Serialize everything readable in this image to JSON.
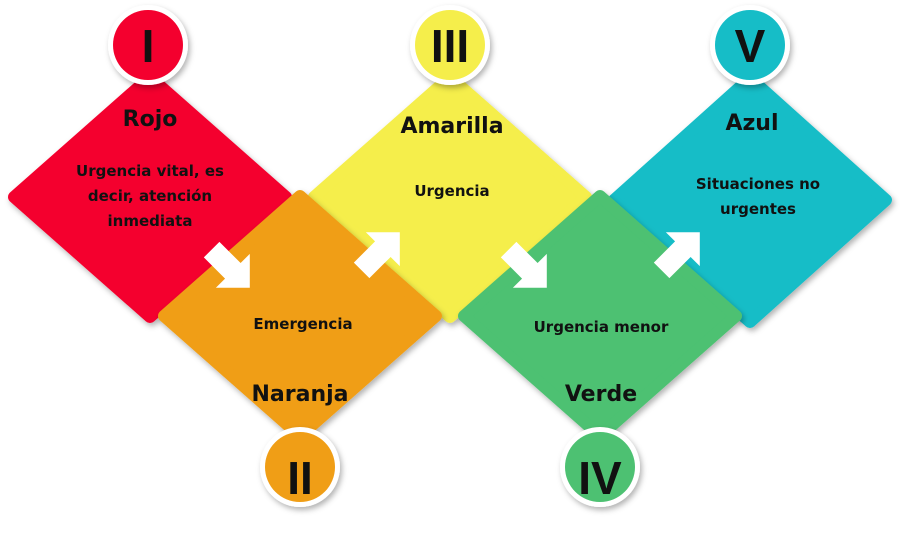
{
  "steps": [
    {
      "numeral": "I",
      "title": "Rojo",
      "description": [
        "Urgencia vital, es",
        "decir, atención",
        "inmediata"
      ],
      "color": "#F4032E"
    },
    {
      "numeral": "II",
      "title": "Naranja",
      "description": [
        "Emergencia"
      ],
      "color": "#F09E15"
    },
    {
      "numeral": "III",
      "title": "Amarilla",
      "description": [
        "Urgencia"
      ],
      "color": "#F5EE4B"
    },
    {
      "numeral": "IV",
      "title": "Verde",
      "description": [
        "Urgencia menor"
      ],
      "color": "#4DC172"
    },
    {
      "numeral": "V",
      "title": "Azul",
      "description": [
        "Situaciones no",
        "urgentes"
      ],
      "color": "#13BDC7"
    }
  ],
  "arrow_color": "#FFFFFF"
}
